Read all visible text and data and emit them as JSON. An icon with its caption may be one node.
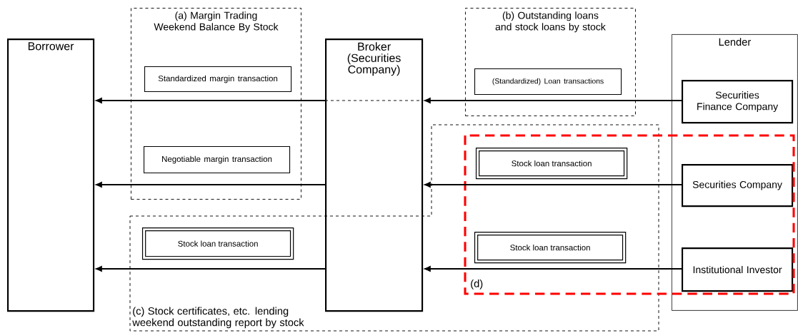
{
  "diagram": {
    "nodes": [
      {
        "text": [
          "Borrower"
        ]
      },
      {
        "text": [
          "(a) Margin Trading Weekend Balance By Stock"
        ]
      },
      {
        "text": [
          "Standardized margin transaction"
        ],
        "in": 1
      },
      {
        "text": [
          "Negotiable margin transaction"
        ],
        "in": 1
      },
      {
        "text": [
          "Broker (Securities Company)"
        ]
      },
      {
        "text": [
          "(b) Outstanding loans and stock loans by stock"
        ]
      },
      {
        "text": [
          "(Standardized) Loan transactions"
        ],
        "in": 5
      },
      {
        "text": [
          "Lender"
        ]
      },
      {
        "text": [
          "Securities Finance Company"
        ],
        "in": 7
      },
      {
        "text": [
          "(c) Stock certificates, etc. lending weekend outstanding report by stock"
        ]
      },
      {
        "text": [
          "Stock loan transaction"
        ],
        "in": 9
      },
      {
        "text": [
          "Stock loan transaction"
        ],
        "in": 9
      },
      {
        "text": [
          "Securities Company"
        ],
        "in": 7
      },
      {
        "text": [
          "Stock loan transaction"
        ],
        "in": 9
      },
      {
        "text": [
          "Institutional Investor"
        ],
        "in": 7
      }
    ],
    "edges": [
      {
        "from": 8,
        "to": 4,
        "arrow": "to"
      },
      {
        "from": 4,
        "to": 0,
        "arrow": "to"
      },
      {
        "from": 12,
        "to": 4,
        "arrow": "to"
      },
      {
        "from": 4,
        "to": 0,
        "arrow": "to"
      },
      {
        "from": 14,
        "to": 4,
        "arrow": "to"
      },
      {
        "from": 4,
        "to": 0,
        "arrow": "to"
      }
    ],
    "labels": [
      "(d)"
    ]
  }
}
